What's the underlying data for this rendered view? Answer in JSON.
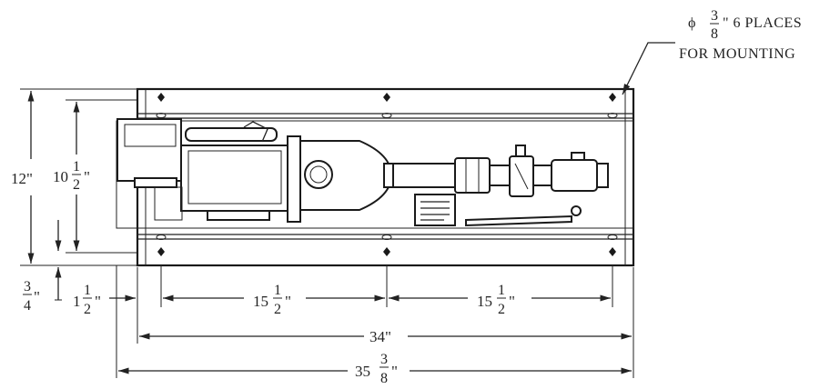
{
  "note": {
    "diameter_symbol": "ϕ",
    "fraction_num": "3",
    "fraction_den": "8",
    "line1_suffix": "\" 6 PLACES",
    "line2": "FOR MOUNTING"
  },
  "dimensions": {
    "height_overall": "12\"",
    "height_inner_whole": "10",
    "height_inner_num": "1",
    "height_inner_den": "2",
    "height_inner_suffix": "\"",
    "offset_bottom_num": "3",
    "offset_bottom_den": "4",
    "offset_bottom_suffix": "\"",
    "offset_left_whole": "1",
    "offset_left_num": "1",
    "offset_left_den": "2",
    "offset_left_suffix": "\"",
    "span_left_whole": "15",
    "span_left_num": "1",
    "span_left_den": "2",
    "span_left_suffix": "\"",
    "span_right_whole": "15",
    "span_right_num": "1",
    "span_right_den": "2",
    "span_right_suffix": "\"",
    "width_inner": "34\"",
    "width_overall_whole": "35",
    "width_overall_num": "3",
    "width_overall_den": "8",
    "width_overall_suffix": "\""
  }
}
